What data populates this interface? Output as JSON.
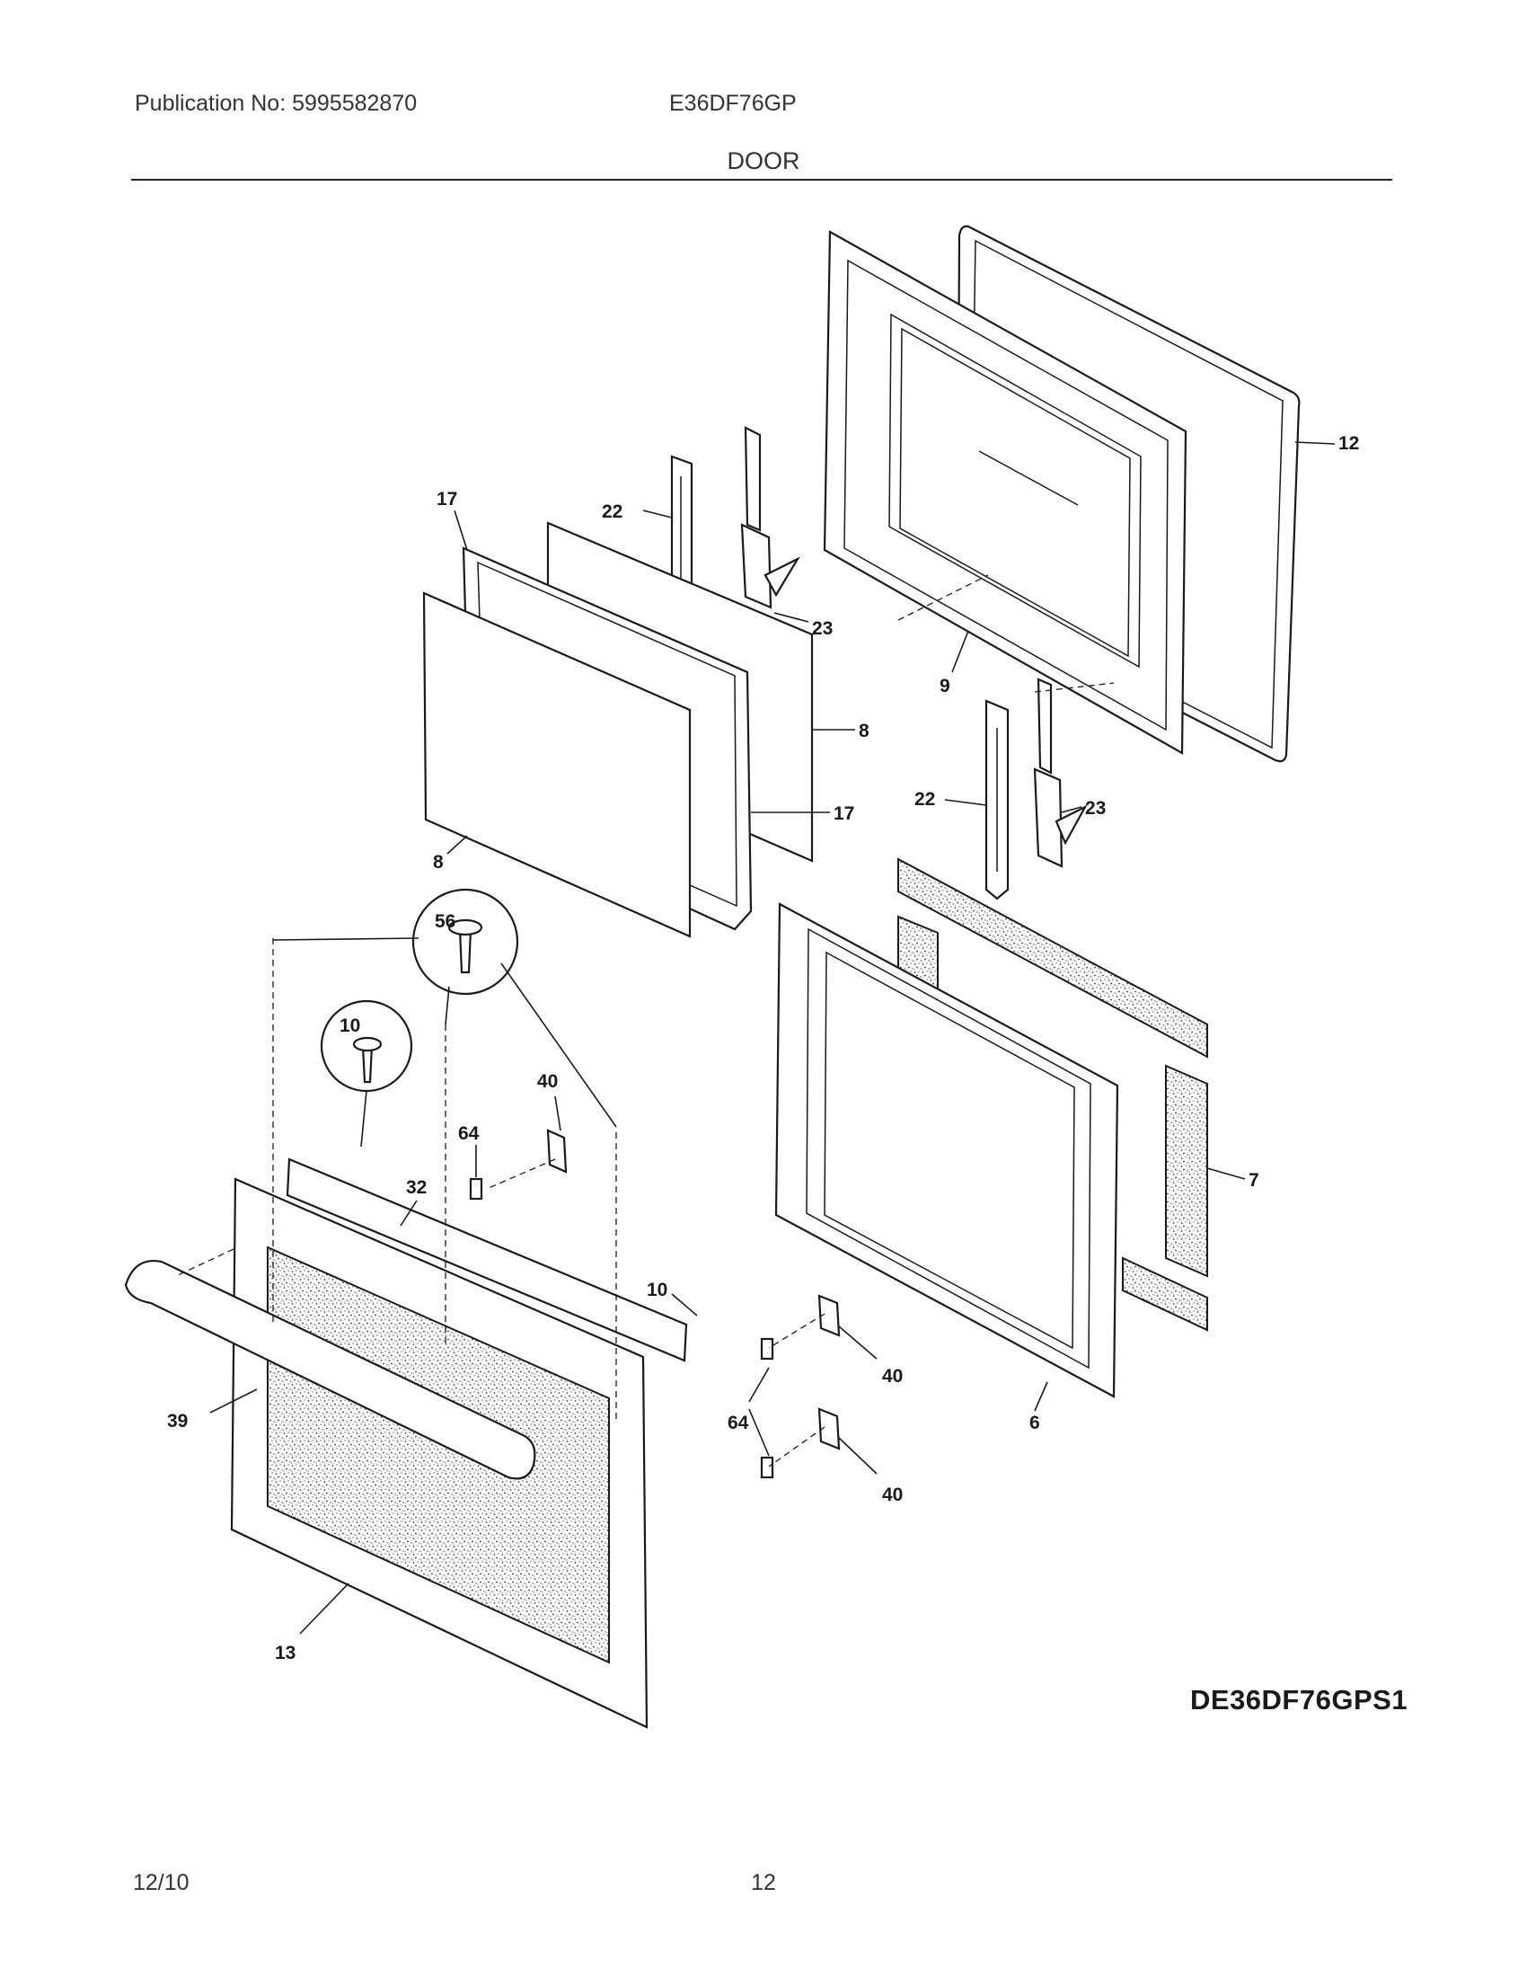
{
  "header": {
    "publication": "Publication No: 5995582870",
    "model": "E36DF76GP",
    "section_title": "DOOR"
  },
  "diagram": {
    "code": "DE36DF76GPS1",
    "callouts": {
      "c12": "12",
      "c17a": "17",
      "c22a": "22",
      "c23a": "23",
      "c9": "9",
      "c8a": "8",
      "c17b": "17",
      "c8b": "8",
      "c22b": "22",
      "c23b": "23",
      "c56": "56",
      "c10a": "10",
      "c40a": "40",
      "c64a": "64",
      "c32": "32",
      "c7": "7",
      "c10b": "10",
      "c39": "39",
      "c40b": "40",
      "c64b": "64",
      "c6": "6",
      "c40c": "40",
      "c13": "13"
    }
  },
  "footer": {
    "date": "12/10",
    "page_number": "12"
  }
}
